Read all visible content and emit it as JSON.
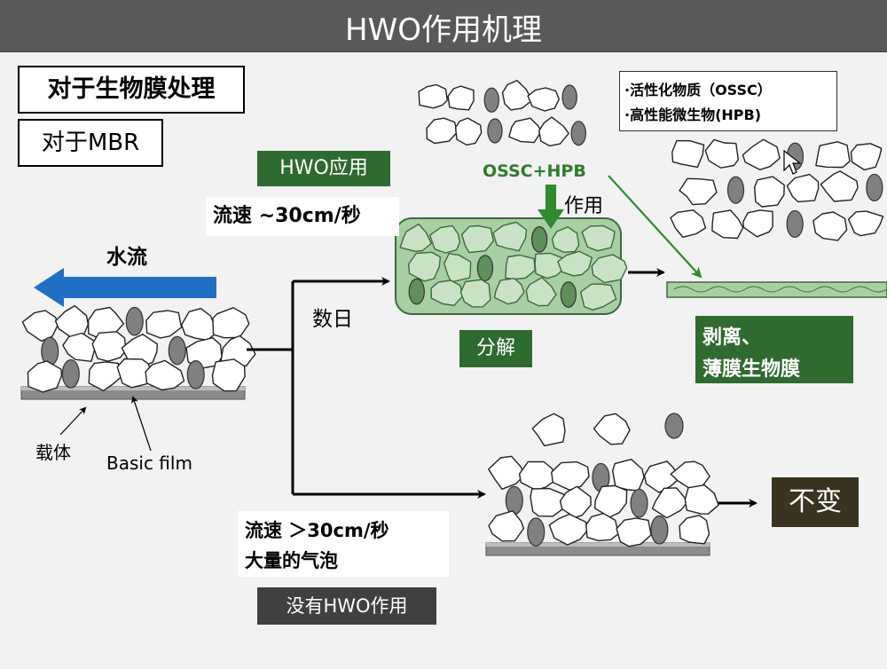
{
  "title": "HWO作用机理",
  "labels": {
    "biofilm_treatment": "对于生物膜处理",
    "for_mbr": "对于MBR",
    "hwo_apply": "HWO应用",
    "flow_slow": "流速 ~30cm/秒",
    "water_flow": "水流",
    "days": "数日",
    "decompose": "分解",
    "ossc_hpb": "OSSC+HPB",
    "action": "作用",
    "legend_line1": "·活性化物质（OSSC）",
    "legend_line2": "·高性能微生物(HPB)",
    "peel_line1": "剥离、",
    "peel_line2": "薄膜生物膜",
    "carrier": "载体",
    "basic_film": "Basic film",
    "flow_fast_line1": "流速 ＞30cm/秒",
    "flow_fast_line2": "大量的气泡",
    "no_hwo": "没有HWO作用",
    "unchanged": "不变"
  },
  "colors": {
    "title_bar": "#595959",
    "green_box": "#2e6b2e",
    "green_arrow": "#2e8b2e",
    "blue_arrow": "#1f6fc4",
    "gray_box": "#404040",
    "olive_box": "#3a3320"
  }
}
